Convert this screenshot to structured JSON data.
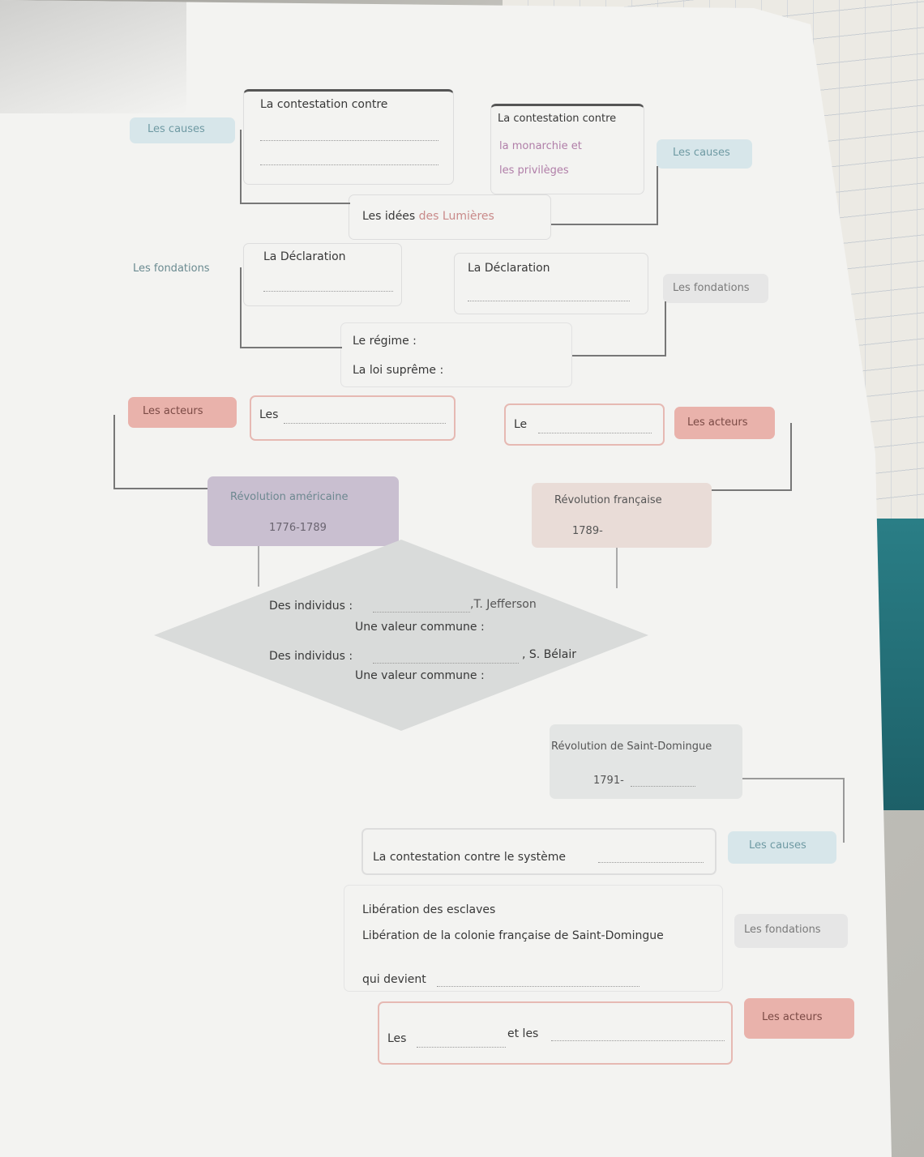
{
  "diagram": {
    "top": {
      "causes_left": "Les causes",
      "causes_right": "Les causes",
      "contestation_left": "La contestation contre",
      "contestation_right": "La contestation contre",
      "contestation_right_line2": "la monarchie et",
      "contestation_right_line3": "les privilèges",
      "lumieres_prefix": "Les idées",
      "lumieres_suffix": "des Lumières",
      "fondations_left": "Les fondations",
      "fondations_right": "Les fondations",
      "declaration_left": "La Déclaration",
      "declaration_right": "La Déclaration",
      "regime": "Le régime :",
      "loi": "La loi suprême :",
      "acteurs_left": "Les acteurs",
      "acteurs_right": "Les acteurs",
      "les": "Les",
      "le": "Le"
    },
    "revolutions": {
      "americaine_title": "Révolution américaine",
      "americaine_dates": "1776-1789",
      "francaise_title": "Révolution française",
      "francaise_dates": "1789-"
    },
    "middle": {
      "individus_1": "Des individus :",
      "individus_1_end": ",T. Jefferson",
      "valeur_1": "Une valeur commune :",
      "individus_2": "Des individus :",
      "individus_2_end": ", S. Bélair",
      "valeur_2": "Une valeur commune :"
    },
    "saint_domingue": {
      "title": "Révolution de Saint-Domingue",
      "dates": "1791-",
      "contestation": "La contestation contre le système",
      "causes": "Les causes",
      "liberation_esclaves": "Libération des esclaves",
      "liberation_colonie": "Libération de la colonie française de Saint-Domingue",
      "qui_devient": "qui devient",
      "fondations": "Les fondations",
      "les": "Les",
      "et_les": "et les",
      "acteurs": "Les acteurs"
    }
  },
  "colors": {
    "causes": "#d7e6ea",
    "acteurs": "#e9b2ab",
    "americaine": "#c9bfd0",
    "francaise": "#e9dcd7",
    "diamond": "#d9dbda"
  }
}
